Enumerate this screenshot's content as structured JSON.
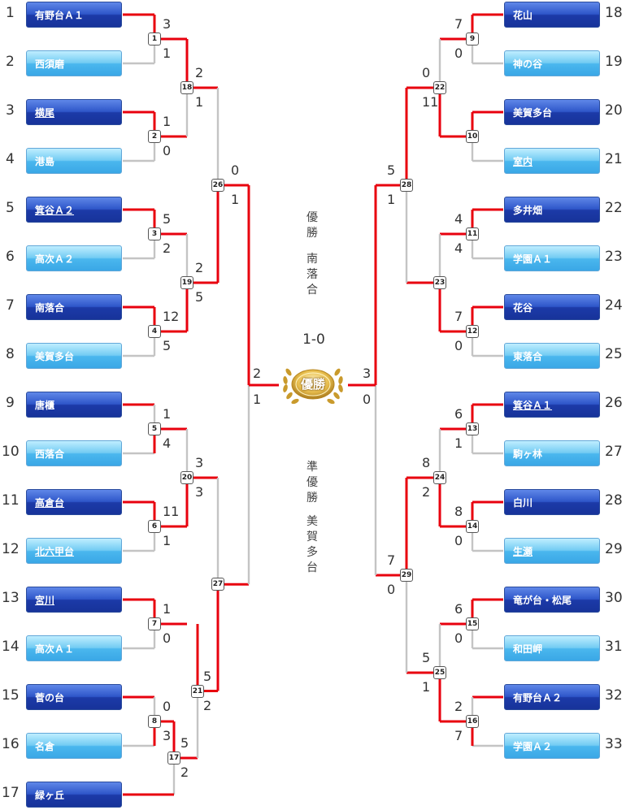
{
  "final": {
    "score": "1-0",
    "badge": "優勝"
  },
  "champion": {
    "label": "優勝",
    "team": "南落合"
  },
  "runner_up": {
    "label": "準優勝",
    "team": "美賀多台"
  },
  "teams": [
    {
      "seed": "1",
      "name": "有野台Ａ１",
      "win": true
    },
    {
      "seed": "2",
      "name": "西須磨",
      "win": false
    },
    {
      "seed": "3",
      "name": "横尾",
      "win": true,
      "link": true
    },
    {
      "seed": "4",
      "name": "港島",
      "win": false
    },
    {
      "seed": "5",
      "name": "箕谷Ａ２",
      "win": true,
      "link": true
    },
    {
      "seed": "6",
      "name": "高次Ａ２",
      "win": false
    },
    {
      "seed": "7",
      "name": "南落合",
      "win": true
    },
    {
      "seed": "8",
      "name": "美賀多台",
      "win": false
    },
    {
      "seed": "9",
      "name": "唐櫃",
      "win": true
    },
    {
      "seed": "10",
      "name": "西落合",
      "win": false
    },
    {
      "seed": "11",
      "name": "高倉台",
      "win": true,
      "link": true
    },
    {
      "seed": "12",
      "name": "北六甲台",
      "win": false,
      "link": true
    },
    {
      "seed": "13",
      "name": "宮川",
      "win": true,
      "link": true
    },
    {
      "seed": "14",
      "name": "高次Ａ１",
      "win": false
    },
    {
      "seed": "15",
      "name": "菅の台",
      "win": true
    },
    {
      "seed": "16",
      "name": "名倉",
      "win": false
    },
    {
      "seed": "17",
      "name": "緑ヶ丘",
      "win": true
    },
    {
      "seed": "18",
      "name": "花山",
      "win": true
    },
    {
      "seed": "19",
      "name": "神の谷",
      "win": false
    },
    {
      "seed": "20",
      "name": "美賀多台",
      "win": true
    },
    {
      "seed": "21",
      "name": "室内",
      "win": false,
      "link": true
    },
    {
      "seed": "22",
      "name": "多井畑",
      "win": true
    },
    {
      "seed": "23",
      "name": "学園Ａ１",
      "win": false
    },
    {
      "seed": "24",
      "name": "花谷",
      "win": true
    },
    {
      "seed": "25",
      "name": "東落合",
      "win": false
    },
    {
      "seed": "26",
      "name": "箕谷Ａ１",
      "win": true,
      "link": true
    },
    {
      "seed": "27",
      "name": "駒ヶ林",
      "win": false
    },
    {
      "seed": "28",
      "name": "白川",
      "win": true
    },
    {
      "seed": "29",
      "name": "生瀬",
      "win": false,
      "link": true
    },
    {
      "seed": "30",
      "name": "竜が台・松尾",
      "win": true
    },
    {
      "seed": "31",
      "name": "和田岬",
      "win": false
    },
    {
      "seed": "32",
      "name": "有野台Ａ２",
      "win": true
    },
    {
      "seed": "33",
      "name": "学園Ａ２",
      "win": false
    }
  ],
  "games": [
    {
      "no": "1",
      "top": "3",
      "bottom": "1"
    },
    {
      "no": "2",
      "top": "1",
      "bottom": "0"
    },
    {
      "no": "3",
      "top": "5",
      "bottom": "2"
    },
    {
      "no": "4",
      "top": "12",
      "bottom": "5"
    },
    {
      "no": "5",
      "top": "1",
      "bottom": "4"
    },
    {
      "no": "6",
      "top": "11",
      "bottom": "1"
    },
    {
      "no": "7",
      "top": "1",
      "bottom": "0"
    },
    {
      "no": "8",
      "top": "0",
      "bottom": "3"
    },
    {
      "no": "17",
      "top": "5",
      "bottom": "2"
    },
    {
      "no": "18",
      "top": "2",
      "bottom": "1"
    },
    {
      "no": "19",
      "top": "2",
      "bottom": "5"
    },
    {
      "no": "20",
      "top": "3",
      "bottom": "3"
    },
    {
      "no": "21",
      "top": "5",
      "bottom": "2"
    },
    {
      "no": "26",
      "top": "0",
      "bottom": "1"
    },
    {
      "no": "27",
      "top": "",
      "bottom": ""
    },
    {
      "no": "9",
      "top": "7",
      "bottom": "0"
    },
    {
      "no": "10",
      "top": "",
      "bottom": ""
    },
    {
      "no": "11",
      "top": "4",
      "bottom": "4"
    },
    {
      "no": "12",
      "top": "7",
      "bottom": "0"
    },
    {
      "no": "13",
      "top": "6",
      "bottom": "1"
    },
    {
      "no": "14",
      "top": "8",
      "bottom": "0"
    },
    {
      "no": "15",
      "top": "6",
      "bottom": "0"
    },
    {
      "no": "16",
      "top": "2",
      "bottom": "7"
    },
    {
      "no": "22",
      "top": "0",
      "bottom": "11"
    },
    {
      "no": "23",
      "top": "",
      "bottom": ""
    },
    {
      "no": "24",
      "top": "8",
      "bottom": "2"
    },
    {
      "no": "25",
      "top": "5",
      "bottom": "1"
    },
    {
      "no": "28",
      "top": "5",
      "bottom": "1"
    },
    {
      "no": "29",
      "top": "7",
      "bottom": "0"
    }
  ],
  "semis": {
    "left": {
      "top": "2",
      "bottom": "1"
    },
    "right": {
      "top": "3",
      "bottom": "0"
    }
  },
  "colors": {
    "winner_line": "#e8000e",
    "loser_line": "#c4c4c4"
  }
}
